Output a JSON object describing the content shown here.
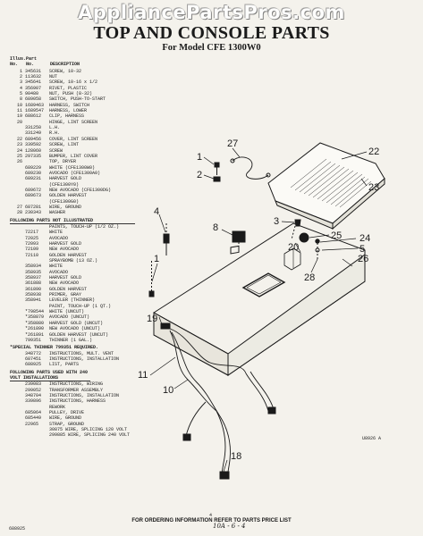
{
  "watermark": "AppliancePartsPros.com",
  "title": "TOP AND CONSOLE PARTS",
  "subtitle": "For Model CFE 1300W0",
  "parts_header": {
    "illus": "Illus.\nNo.",
    "part": "Part\nNo.",
    "desc": "DESCRIPTION"
  },
  "parts": [
    {
      "n": "1",
      "p": "345631",
      "d": "SCREW, 10-32"
    },
    {
      "n": "2",
      "p": "113632",
      "d": "NUT"
    },
    {
      "n": "3",
      "p": "345641",
      "d": "SCREW, 10-16 x 1/2"
    },
    {
      "n": "4",
      "p": "356907",
      "d": "RIVET, PLASTIC"
    },
    {
      "n": "5",
      "p": "90480",
      "d": "NUT, PUSH (8-32)"
    },
    {
      "n": "8",
      "p": "689058",
      "d": "SWITCH, PUSH-TO-START"
    },
    {
      "n": "10",
      "p": "1689463",
      "d": "HARNESS, SWITCH"
    },
    {
      "n": "11",
      "p": "1689547",
      "d": "HARNESS, LOWER"
    },
    {
      "n": "19",
      "p": "688612",
      "d": "CLIP, HARNESS"
    },
    {
      "n": "20",
      "p": "",
      "d": "HINGE, LINT SCREEN"
    },
    {
      "n": "",
      "p": "331250",
      "d": "L.H."
    },
    {
      "n": "",
      "p": "331249",
      "d": "R.H."
    },
    {
      "n": "22",
      "p": "689456",
      "d": "COVER, LINT SCREEN"
    },
    {
      "n": "23",
      "p": "339592",
      "d": "SCREW, LINT"
    },
    {
      "n": "24",
      "p": "128060",
      "d": "SCREW"
    },
    {
      "n": "25",
      "p": "297335",
      "d": "BUMPER, LINT COVER"
    },
    {
      "n": "26",
      "p": "",
      "d": "TOP, DRYER"
    },
    {
      "n": "",
      "p": "689229",
      "d": "WHITE (CFE1300W0)"
    },
    {
      "n": "",
      "p": "689230",
      "d": "AVOCADO (CFE1300A0)"
    },
    {
      "n": "",
      "p": "689231",
      "d": "HARVEST GOLD"
    },
    {
      "n": "",
      "p": "",
      "d": "(CFE1300Y0)"
    },
    {
      "n": "",
      "p": "689672",
      "d": "NEW AVOCADO (CFE1300DG)"
    },
    {
      "n": "",
      "p": "689673",
      "d": "GOLDEN HARVEST"
    },
    {
      "n": "",
      "p": "",
      "d": "(CFE1300G0)"
    },
    {
      "n": "27",
      "p": "687281",
      "d": "WIRE, GROUND"
    },
    {
      "n": "28",
      "p": "230343",
      "d": "WASHER"
    }
  ],
  "section1": "FOLLOWING PARTS NOT ILLUSTRATED",
  "parts2": [
    {
      "n": "",
      "p": "",
      "d": "PAINTS, TOUCH-UP (1/2 OZ.)"
    },
    {
      "n": "",
      "p": "72217",
      "d": "WHITE"
    },
    {
      "n": "",
      "p": "72025",
      "d": "AVOCADO"
    },
    {
      "n": "",
      "p": "72093",
      "d": "HARVEST GOLD"
    },
    {
      "n": "",
      "p": "72109",
      "d": "NEW AVOCADO"
    },
    {
      "n": "",
      "p": "72110",
      "d": "GOLDEN HARVEST"
    },
    {
      "n": "",
      "p": "",
      "d": "SPRAYBOMB (13 OZ.)"
    },
    {
      "n": "",
      "p": "358934",
      "d": "WHITE"
    },
    {
      "n": "",
      "p": "358935",
      "d": "AVOCADO"
    },
    {
      "n": "",
      "p": "358937",
      "d": "HARVEST GOLD"
    },
    {
      "n": "",
      "p": "361888",
      "d": "NEW AVOCADO"
    },
    {
      "n": "",
      "p": "361890",
      "d": "GOLDEN HARVEST"
    },
    {
      "n": "",
      "p": "358938",
      "d": "PRIMER, GRAY"
    },
    {
      "n": "",
      "p": "358941",
      "d": "LEVELER (THINNER)"
    },
    {
      "n": "",
      "p": "",
      "d": "PAINT, TOUCH-UP (1 QT.)"
    },
    {
      "n": "",
      "p": "*798544",
      "d": "WHITE (UNCUT)"
    },
    {
      "n": "",
      "p": "*358879",
      "d": "AVOCADO (UNCUT)"
    },
    {
      "n": "",
      "p": "*358880",
      "d": "HARVEST GOLD (UNCUT)"
    },
    {
      "n": "",
      "p": "*261890",
      "d": "NEW AVOCADO (UNCUT)"
    },
    {
      "n": "",
      "p": "*261891",
      "d": "GOLDEN HARVEST (UNCUT)"
    },
    {
      "n": "",
      "p": "799351",
      "d": "THINNER (1 GAL.)"
    }
  ],
  "note_thinner": "*SPECIAL THINNER 799351 REQUIRED.",
  "parts3": [
    {
      "n": "",
      "p": "348772",
      "d": "INSTRUCTIONS, MULT. VENT"
    },
    {
      "n": "",
      "p": "687451",
      "d": "INSTRUCTIONS, INSTALLATION"
    },
    {
      "n": "",
      "p": "688925",
      "d": "LIST, PARTS"
    }
  ],
  "section2": "FOLLOWING PARTS USED WITH 240 VOLT INSTALLATIONS",
  "parts4": [
    {
      "n": "",
      "p": "239083",
      "d": "INSTRUCTIONS, WIRING"
    },
    {
      "n": "",
      "p": "299052",
      "d": "TRANSFORMER ASSEMBLY"
    },
    {
      "n": "",
      "p": "348704",
      "d": "INSTRUCTIONS, INSTALLATION"
    },
    {
      "n": "",
      "p": "339896",
      "d": "INSTRUCTIONS, HARNESS"
    },
    {
      "n": "",
      "p": "",
      "d": "REWORK"
    },
    {
      "n": "",
      "p": "685064",
      "d": "PULLEY, DRIVE"
    },
    {
      "n": "",
      "p": "685449",
      "d": "WIRE, GROUND"
    },
    {
      "n": "",
      "p": "22965",
      "d": "STRAP, GROUND"
    },
    {
      "n": "",
      "p": "",
      "d": ""
    },
    {
      "n": "",
      "p": "",
      "d": "30875 WIRE, SPLICING 120 VOLT"
    },
    {
      "n": "",
      "p": "",
      "d": "299885 WIRE, SPLICING 240 VOLT"
    }
  ],
  "callouts": [
    "27",
    "1",
    "2",
    "22",
    "23",
    "4",
    "8",
    "3",
    "25",
    "20",
    "24",
    "28",
    "5",
    "26",
    "1",
    "19",
    "11",
    "10",
    "18"
  ],
  "fig_code": "U8926 A",
  "footer": "FOR ORDERING INFORMATION REFER TO PARTS PRICE LIST",
  "page_num": "4",
  "handwritten": "10A - 6 - 4",
  "page_code": "688925"
}
